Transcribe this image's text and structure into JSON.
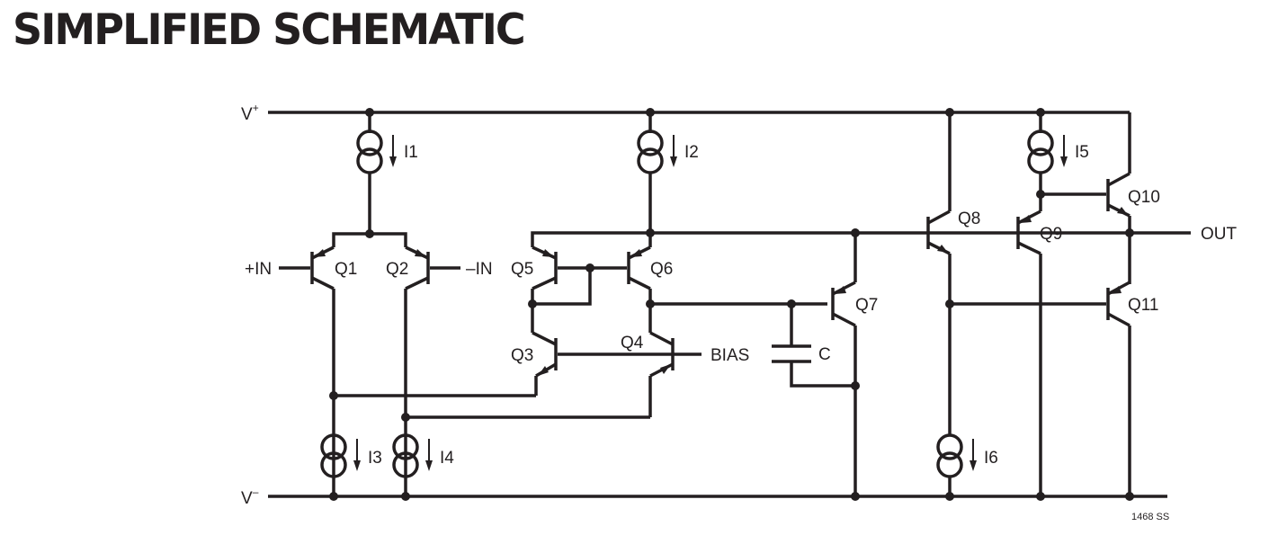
{
  "title": "SIMPLIFIED SCHEMATIC",
  "figure_id": "1468 SS",
  "rails": {
    "positive": "V",
    "positive_sup": "+",
    "negative": "V",
    "negative_sup": "–"
  },
  "nodes": {
    "in_plus": "+IN",
    "in_minus": "–IN",
    "bias": "BIAS",
    "out": "OUT"
  },
  "transistors": [
    "Q1",
    "Q2",
    "Q3",
    "Q4",
    "Q5",
    "Q6",
    "Q7",
    "Q8",
    "Q9",
    "Q10",
    "Q11"
  ],
  "current_sources": [
    "I1",
    "I2",
    "I3",
    "I4",
    "I5",
    "I6"
  ],
  "capacitor": "C"
}
